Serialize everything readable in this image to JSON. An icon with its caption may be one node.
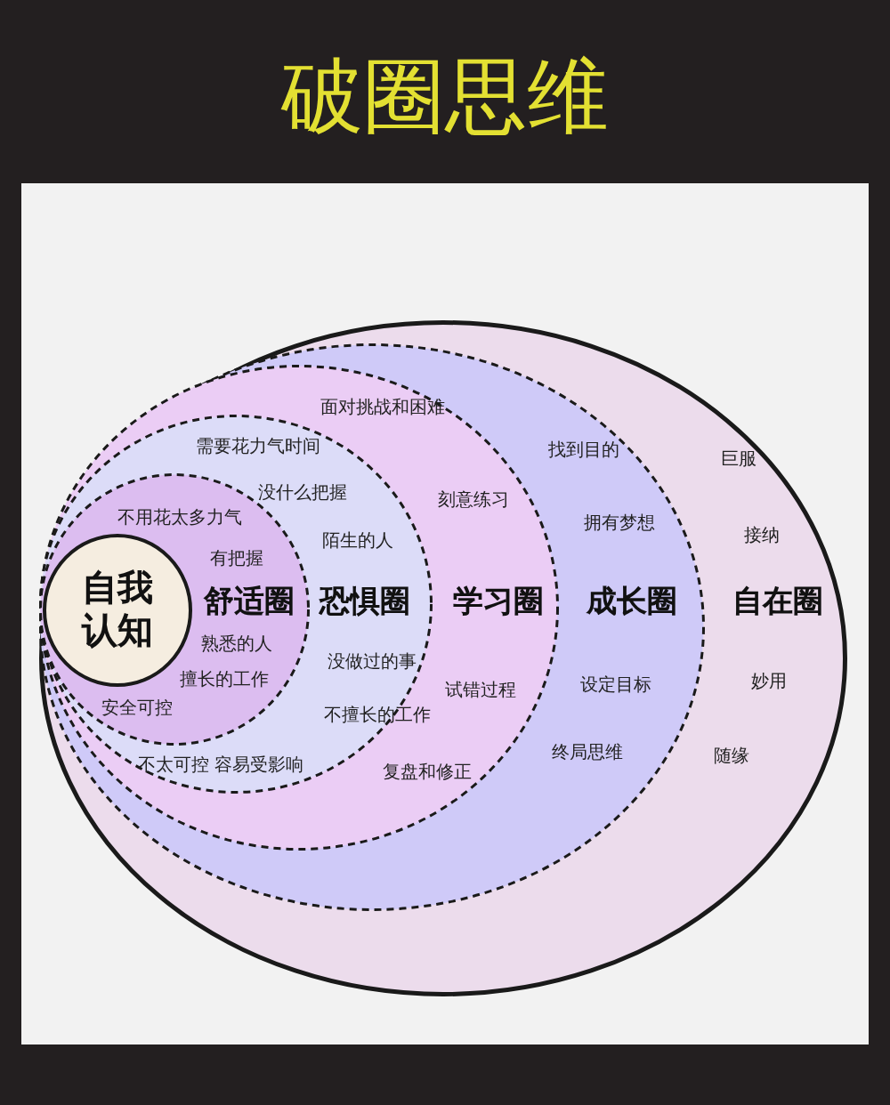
{
  "diagram": {
    "title": "破圈思维",
    "nodes": [
      {
        "text": [
          "巨服",
          "接纳",
          "自在圈",
          "妙用",
          "随缘"
        ]
      },
      {
        "text": [
          "找到目的",
          "拥有梦想",
          "成长圈",
          "设定目标",
          "终局思维"
        ],
        "in": 0
      },
      {
        "text": [
          "面对挑战和困难",
          "刻意练习",
          "学习圈",
          "试错过程",
          "复盘和修正"
        ],
        "in": 1
      },
      {
        "text": [
          "需要花力气时间",
          "没什么把握",
          "陌生的人",
          "恐惧圈",
          "没做过的事",
          "不擅长的工作",
          "不太可控 容易受影响"
        ],
        "in": 2
      },
      {
        "text": [
          "不用花太多力气",
          "有把握",
          "舒适圈",
          "熟悉的人",
          "擅长的工作",
          "安全可控"
        ],
        "in": 3
      },
      {
        "text": [
          "自我认知"
        ],
        "in": 4
      }
    ]
  }
}
